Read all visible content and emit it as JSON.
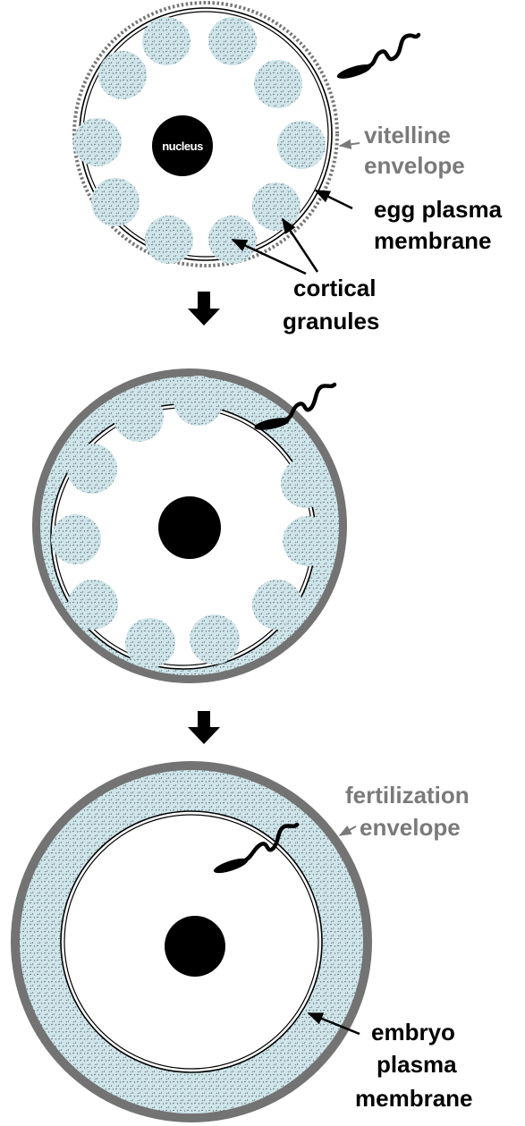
{
  "panels": {
    "top": {
      "nucleus_label": "nucleus",
      "vitelline_line1": "vitelline",
      "vitelline_line2": "envelope",
      "plasma_line1": "egg plasma",
      "plasma_line2": "membrane",
      "cortical_line1": "cortical",
      "cortical_line2": "granules"
    },
    "bottom": {
      "fertilization_line1": "fertilization",
      "fertilization_line2": "envelope",
      "embryo_line1": "embryo",
      "embryo_line2": "plasma",
      "embryo_line3": "membrane"
    }
  },
  "colors": {
    "granule_fill": "#cfe5ea",
    "envelope_gray": "#737373",
    "label_gray": "#7a7a7a",
    "label_black": "#000000"
  }
}
